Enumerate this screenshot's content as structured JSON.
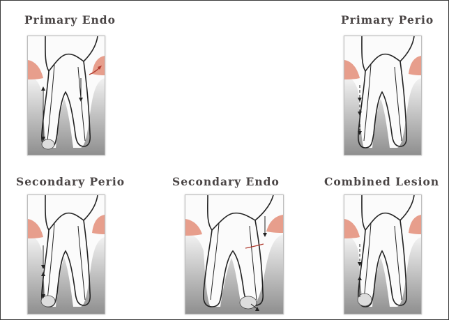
{
  "panels": [
    {
      "id": "primary-endo",
      "title": "Primary Endo"
    },
    {
      "id": "primary-perio",
      "title": "Primary Perio"
    },
    {
      "id": "secondary-perio",
      "title": "Secondary Perio"
    },
    {
      "id": "secondary-endo",
      "title": "Secondary Endo"
    },
    {
      "id": "combined-lesion",
      "title": "Combined Lesion"
    }
  ],
  "colors": {
    "gum": "#e79e8c",
    "bone_top": "#f2f2f2",
    "bone_bottom": "#8f8f8f",
    "outline": "#222222",
    "lesion": "#b03a2e"
  },
  "icons": [
    "tooth-icon",
    "arrow-icon",
    "lesion-icon"
  ]
}
